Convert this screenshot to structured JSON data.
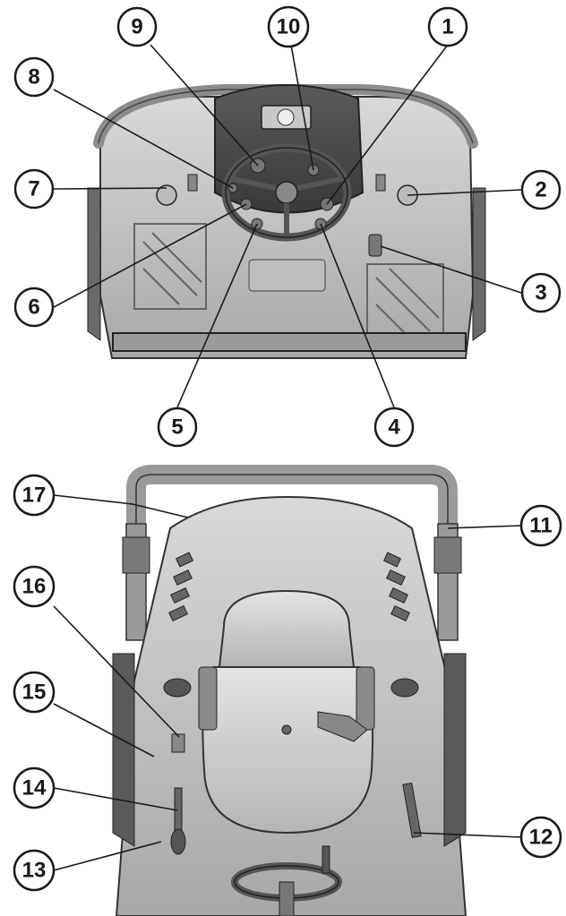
{
  "figure": {
    "background": "#ffffff",
    "line_color": "#1a1a1a",
    "views": [
      {
        "name": "front-view",
        "description_label": ""
      },
      {
        "name": "rear-view",
        "description_label": ""
      }
    ]
  },
  "callouts": [
    {
      "id": "c1",
      "label": "1"
    },
    {
      "id": "c2",
      "label": "2"
    },
    {
      "id": "c3",
      "label": "3"
    },
    {
      "id": "c4",
      "label": "4"
    },
    {
      "id": "c5",
      "label": "5"
    },
    {
      "id": "c6",
      "label": "6"
    },
    {
      "id": "c7",
      "label": "7"
    },
    {
      "id": "c8",
      "label": "8"
    },
    {
      "id": "c9",
      "label": "9"
    },
    {
      "id": "c10",
      "label": "10"
    },
    {
      "id": "c11",
      "label": "11"
    },
    {
      "id": "c12",
      "label": "12"
    },
    {
      "id": "c13",
      "label": "13"
    },
    {
      "id": "c14",
      "label": "14"
    },
    {
      "id": "c15",
      "label": "15"
    },
    {
      "id": "c16",
      "label": "16"
    },
    {
      "id": "c17",
      "label": "17"
    }
  ]
}
